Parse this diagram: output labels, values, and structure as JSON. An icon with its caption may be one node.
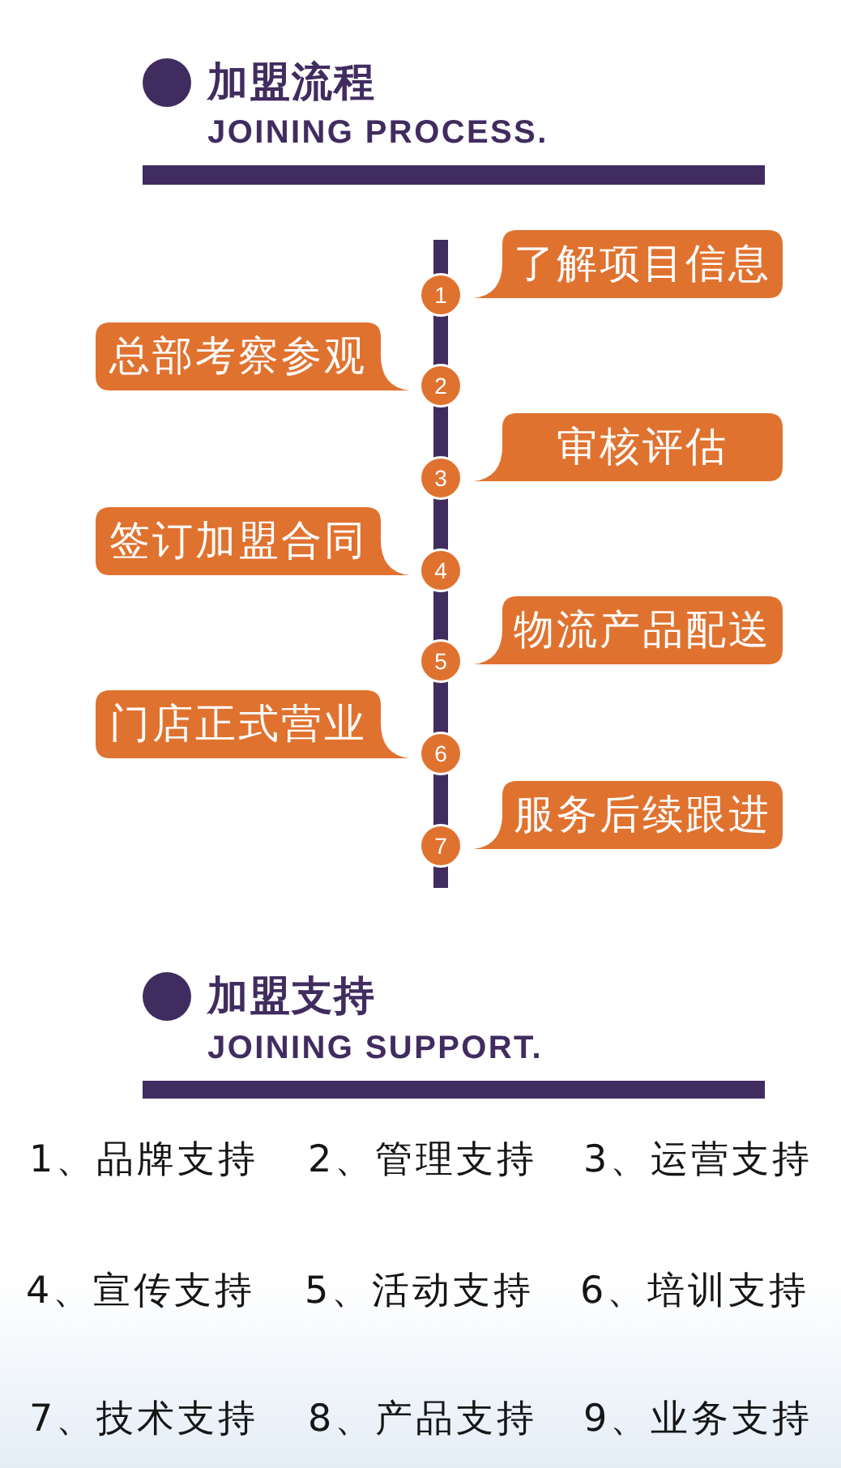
{
  "diagram": {
    "nodes": [
      {
        "text": [
          "了解项目信息"
        ]
      },
      {
        "text": [
          "1"
        ]
      },
      {
        "text": [
          "总部考察参观"
        ]
      },
      {
        "text": [
          "2"
        ]
      },
      {
        "text": [
          "审核评估"
        ]
      },
      {
        "text": [
          "3"
        ]
      },
      {
        "text": [
          "签订加盟合同"
        ]
      },
      {
        "text": [
          "4"
        ]
      },
      {
        "text": [
          "物流产品配送"
        ]
      },
      {
        "text": [
          "5"
        ]
      },
      {
        "text": [
          "门店正式营业"
        ]
      },
      {
        "text": [
          "6"
        ]
      },
      {
        "text": [
          "服务后续跟进"
        ]
      },
      {
        "text": [
          "7"
        ]
      }
    ],
    "edges": [
      {
        "from": 1,
        "to": 3,
        "arrow": "none"
      },
      {
        "from": 3,
        "to": 5,
        "arrow": "none"
      },
      {
        "from": 5,
        "to": 7,
        "arrow": "none"
      },
      {
        "from": 7,
        "to": 9,
        "arrow": "none"
      },
      {
        "from": 9,
        "to": 11,
        "arrow": "none"
      },
      {
        "from": 11,
        "to": 13,
        "arrow": "none"
      }
    ],
    "labels": [
      "加盟流程",
      "JOINING PROCESS.",
      "加盟支持",
      "JOINING SUPPORT.",
      "1、品牌支持",
      "2、管理支持",
      "3、运营支持",
      "4、宣传支持",
      "5、活动支持",
      "6、培训支持",
      "7、技术支持",
      "8、产品支持",
      "9、业务支持"
    ]
  }
}
